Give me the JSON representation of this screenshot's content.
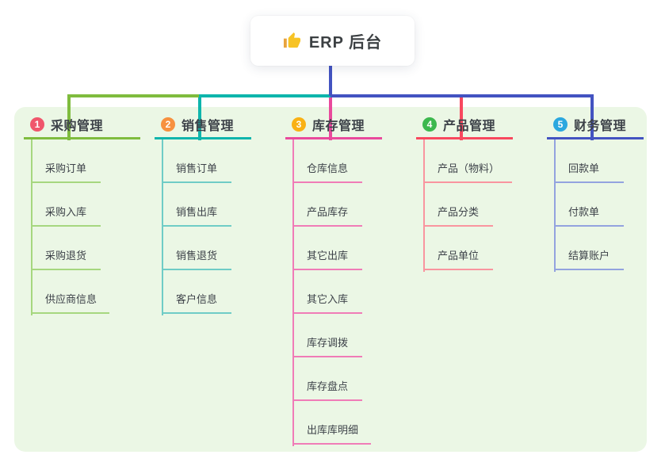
{
  "root": {
    "icon": "thumbs-up-icon",
    "title": "ERP 后台"
  },
  "colors": {
    "panel_bg": "#EBF7E5",
    "root_line": "#4353C1",
    "node_bg": "#FFFFFF",
    "text": "#3D4249"
  },
  "branches": [
    {
      "index": "1",
      "title": "采购管理",
      "badge_color": "#F0566C",
      "line_color": "#7FBC3E",
      "item_line_color": "#A6D77F",
      "items": [
        "采购订单",
        "采购入库",
        "采购退货",
        "供应商信息"
      ]
    },
    {
      "index": "2",
      "title": "销售管理",
      "badge_color": "#F7913F",
      "line_color": "#0EB5AC",
      "item_line_color": "#6FCCC6",
      "items": [
        "销售订单",
        "销售出库",
        "销售退货",
        "客户信息"
      ]
    },
    {
      "index": "3",
      "title": "库存管理",
      "badge_color": "#F9B115",
      "line_color": "#E9499C",
      "item_line_color": "#F07CB7",
      "items": [
        "仓库信息",
        "产品库存",
        "其它出库",
        "其它入库",
        "库存调拨",
        "库存盘点",
        "出库库明细"
      ]
    },
    {
      "index": "4",
      "title": "产品管理",
      "badge_color": "#3CB84E",
      "line_color": "#F8485E",
      "item_line_color": "#F9959F",
      "items": [
        "产品（物料）",
        "产品分类",
        "产品单位"
      ]
    },
    {
      "index": "5",
      "title": "财务管理",
      "badge_color": "#2BA8DF",
      "line_color": "#4353C1",
      "item_line_color": "#93A3DF",
      "items": [
        "回款单",
        "付款单",
        "结算账户"
      ]
    }
  ]
}
